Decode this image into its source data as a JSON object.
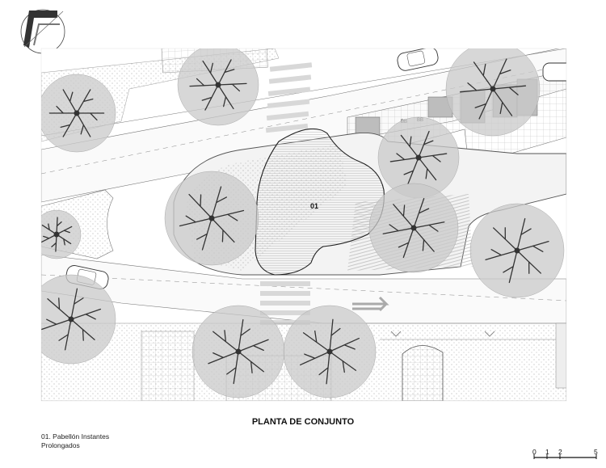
{
  "drawing": {
    "title": "PLANTA DE CONJUNTO",
    "pavilion_tag": "01",
    "legend": [
      "01. Pabellón Instantes",
      "Prolongados"
    ],
    "parking_tags": [
      "BB",
      "BB"
    ],
    "scale_bar": [
      "0",
      "1",
      "2",
      "5"
    ]
  },
  "colors": {
    "tree_canopy": "#c9c9c9",
    "tree_branches": "#333333",
    "line_work": "#555555",
    "background": "#ffffff"
  },
  "icons": [
    "north-arrow-icon",
    "direction-arrow-icon",
    "car-icon"
  ]
}
